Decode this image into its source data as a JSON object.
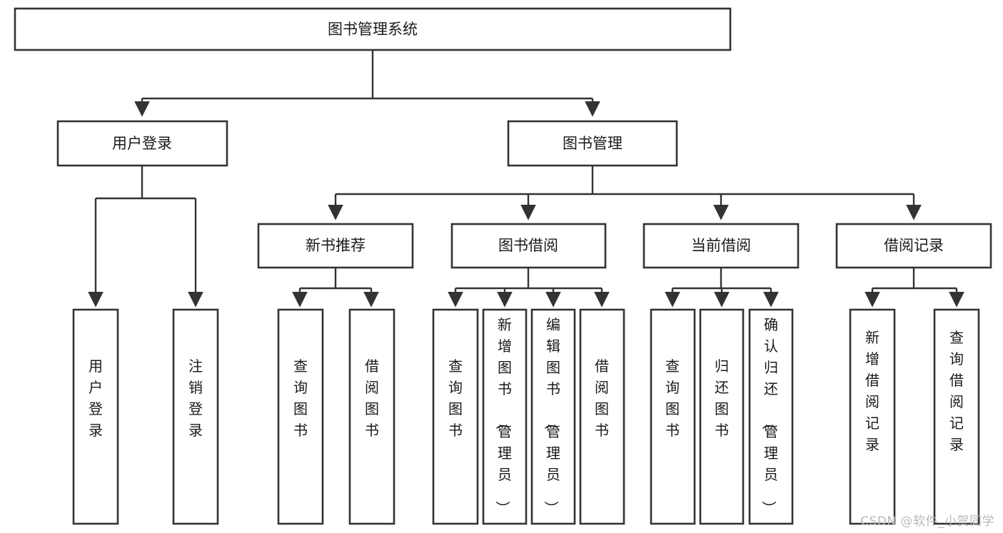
{
  "diagram": {
    "title": "图书管理系统",
    "type": "tree-hierarchy-chart",
    "orientation": "top-down",
    "colors": {
      "box_stroke": "#333333",
      "box_fill": "#ffffff",
      "connector": "#333333",
      "text": "#1a1a1a",
      "watermark": "#b9b9b9",
      "background": "#ffffff"
    }
  },
  "root": {
    "label": "图书管理系统"
  },
  "level2": [
    {
      "label": "用户登录"
    },
    {
      "label": "图书管理"
    }
  ],
  "level3": [
    {
      "label": "新书推荐"
    },
    {
      "label": "图书借阅"
    },
    {
      "label": "当前借阅"
    },
    {
      "label": "借阅记录"
    }
  ],
  "leaves": {
    "user_login": [
      {
        "label": "用户登录"
      },
      {
        "label": "注销登录"
      }
    ],
    "new_book_recommend": [
      {
        "label": "查询图书"
      },
      {
        "label": "借阅图书"
      }
    ],
    "book_borrow": [
      {
        "label": "查询图书"
      },
      {
        "label": "新增图书（管理员）"
      },
      {
        "label": "编辑图书（管理员）"
      },
      {
        "label": "借阅图书"
      }
    ],
    "current_borrow": [
      {
        "label": "查询图书"
      },
      {
        "label": "归还图书"
      },
      {
        "label": "确认归还（管理员）"
      }
    ],
    "borrow_records": [
      {
        "label": "新增借阅记录"
      },
      {
        "label": "查询借阅记录"
      }
    ]
  },
  "watermark": {
    "text": "CSDN @软件_小贺同学"
  }
}
